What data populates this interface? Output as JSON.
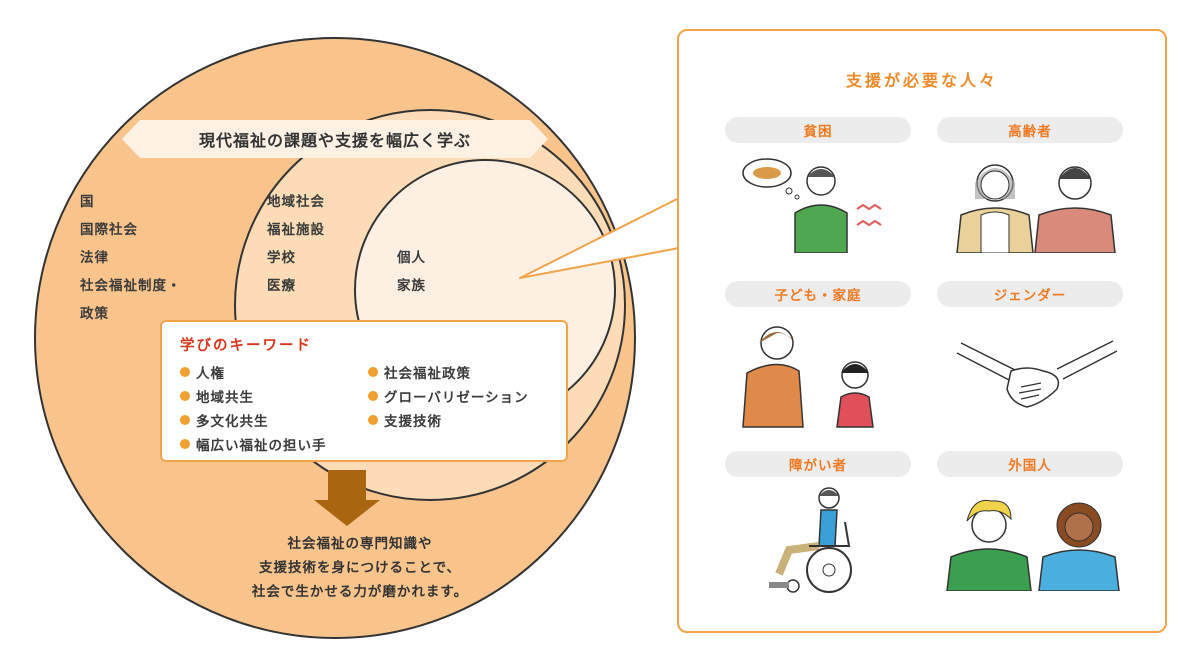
{
  "banner": "現代福祉の課題や支援を幅広く学ぶ",
  "outer_ring": [
    "国",
    "国際社会",
    "法律",
    "社会福祉制度・",
    "政策"
  ],
  "middle_ring": [
    "地域社会",
    "福祉施設",
    "学校",
    "医療"
  ],
  "inner_ring": [
    "個人",
    "家族"
  ],
  "keywords": {
    "title": "学びのキーワード",
    "left": [
      "人権",
      "地域共生",
      "多文化共生",
      "幅広い福祉の担い手"
    ],
    "right": [
      "社会福祉政策",
      "グローバリゼーション",
      "支援技術"
    ]
  },
  "result_lines": [
    "社会福祉の専門知識や",
    "支援技術を身につけることで、",
    "社会で生かせる力が磨かれます。"
  ],
  "panel": {
    "title": "支援が必要な人々",
    "groups": [
      {
        "label": "貧困",
        "icon": "poverty-illustration"
      },
      {
        "label": "高齢者",
        "icon": "elderly-illustration"
      },
      {
        "label": "子ども・家庭",
        "icon": "child-family-illustration"
      },
      {
        "label": "ジェンダー",
        "icon": "gender-handshake-illustration"
      },
      {
        "label": "障がい者",
        "icon": "wheelchair-illustration"
      },
      {
        "label": "外国人",
        "icon": "foreigners-illustration"
      }
    ]
  },
  "colors": {
    "outer_circle": "#f8c48c",
    "middle_circle": "#fbdcb6",
    "inner_circle": "#fdf0e2",
    "accent_orange": "#f0a34a",
    "arrow_brown": "#a9650f",
    "keyword_title_red": "#d9361e"
  }
}
